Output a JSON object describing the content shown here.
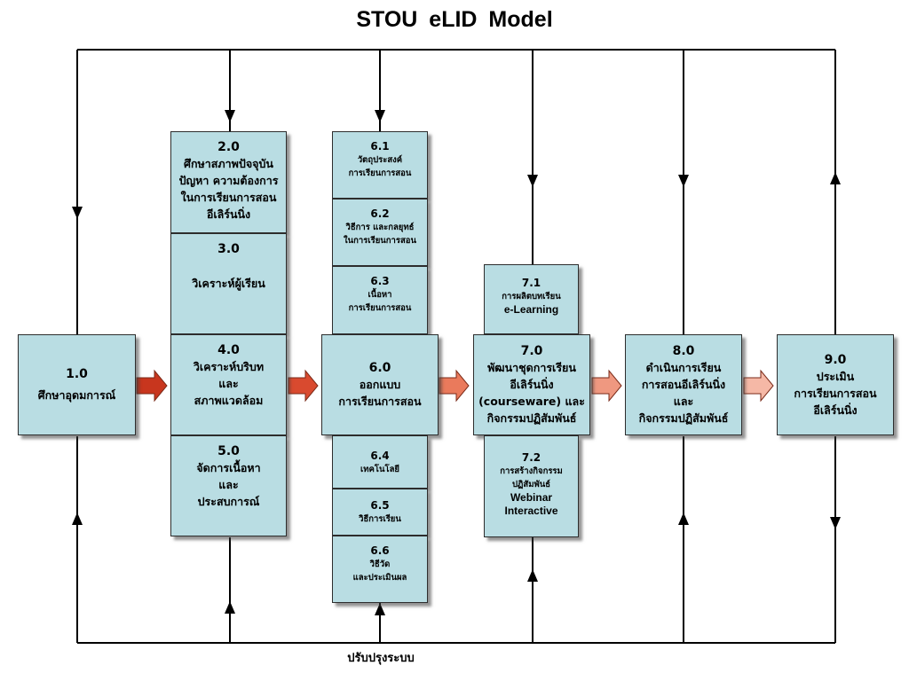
{
  "title": "STOU  eLID  Model",
  "footer": "ปรับปรุงระบบ",
  "boxes": {
    "b1": {
      "num": "1.0",
      "lines": [
        "ศึกษาอุดมการณ์"
      ]
    },
    "b2": {
      "num": "2.0",
      "lines": [
        "ศึกษาสภาพปัจจุบัน",
        "ปัญหา ความต้องการ",
        "ในการเรียนการสอน",
        "อีเลิร์นนิ่ง"
      ]
    },
    "b3": {
      "num": "3.0",
      "lines": [
        "วิเคราะห์ผู้เรียน"
      ]
    },
    "b4": {
      "num": "4.0",
      "lines": [
        "วิเคราะห์บริบท",
        "และ",
        "สภาพแวดล้อม"
      ]
    },
    "b5": {
      "num": "5.0",
      "lines": [
        "จัดการเนื้อหา",
        "และ",
        "ประสบการณ์"
      ]
    },
    "b6": {
      "num": "6.0",
      "lines": [
        "ออกแบบ",
        "การเรียนการสอน"
      ]
    },
    "b61": {
      "num": "6.1",
      "lines": [
        "วัตถุประสงค์",
        "การเรียนการสอน"
      ]
    },
    "b62": {
      "num": "6.2",
      "lines": [
        "วิธีการ และกลยุทธ์",
        "ในการเรียนการสอน"
      ]
    },
    "b63": {
      "num": "6.3",
      "lines": [
        "เนื้อหา",
        "การเรียนการสอน"
      ]
    },
    "b64": {
      "num": "6.4",
      "lines": [
        "เทคโนโลยี"
      ]
    },
    "b65": {
      "num": "6.5",
      "lines": [
        "วิธีการเรียน"
      ]
    },
    "b66": {
      "num": "6.6",
      "lines": [
        "วิธีวัด",
        "และประเมินผล"
      ]
    },
    "b7": {
      "num": "7.0",
      "lines": [
        "พัฒนาชุดการเรียน",
        "อีเลิร์นนิ่ง",
        "(courseware) และ",
        "กิจกรรมปฏิสัมพันธ์"
      ]
    },
    "b71": {
      "num": "7.1",
      "lines": [
        "การผลิตบทเรียน",
        "e-Learning"
      ]
    },
    "b72": {
      "num": "7.2",
      "lines": [
        "การสร้างกิจกรรม",
        "ปฏิสัมพันธ์",
        "Webinar",
        "Interactive"
      ]
    },
    "b8": {
      "num": "8.0",
      "lines": [
        "ดำเนินการเรียน",
        "การสอนอีเลิร์นนิ่ง",
        "และ",
        "กิจกรรมปฏิสัมพันธ์"
      ]
    },
    "b9": {
      "num": "9.0",
      "lines": [
        "ประเมิน",
        "การเรียนการสอน",
        "อีเลิร์นนิ่ง"
      ]
    }
  },
  "colors": {
    "box_fill": "#b9dde3",
    "arrow_1": "#c8361e",
    "arrow_2": "#d94a2f",
    "arrow_3": "#ea7a5c",
    "arrow_4": "#ef9880",
    "arrow_5": "#f5b8a6"
  }
}
